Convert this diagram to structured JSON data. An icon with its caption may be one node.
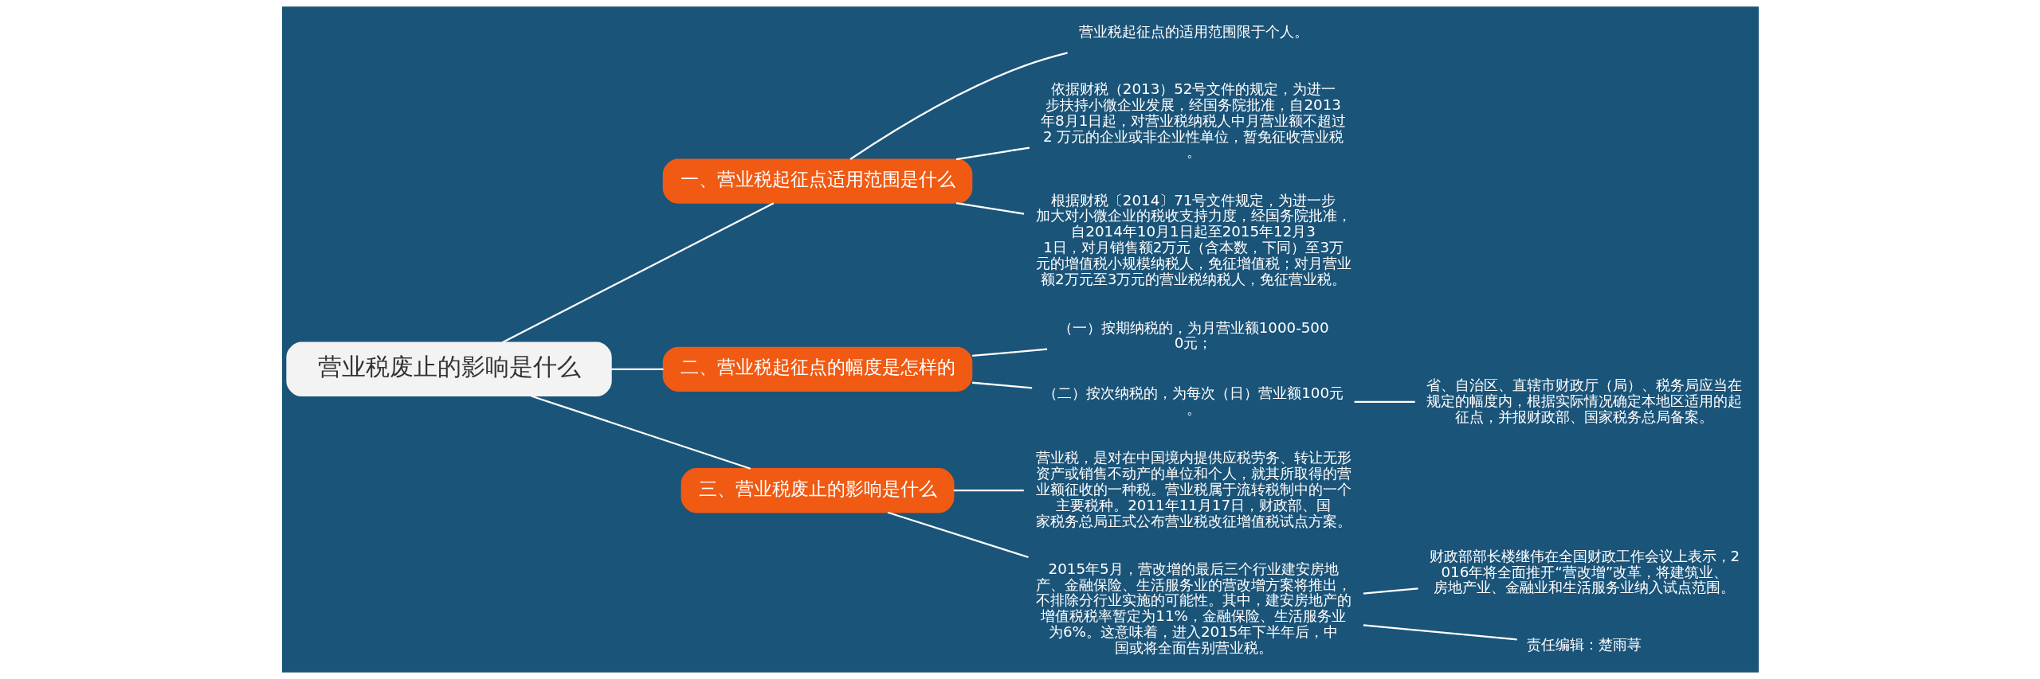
{
  "diagram": {
    "nodes": [
      {
        "text": [
          "营业税废止的影响是什么"
        ]
      },
      {
        "text": [
          "一、营业税起征点适用范围是什么"
        ]
      },
      {
        "text": [
          "营业税起征点的适用范围限于个人。"
        ]
      },
      {
        "text": [
          "依据财税（2013）52号文件的规定，为进一步扶持小微企业发展，经国务院批准，自2013年8月1日起，对营业税纳税人中月营业额不超过2 万元的企业或非企业性单位，暂免征收营业税。"
        ]
      },
      {
        "text": [
          "根据财税〔2014〕71号文件规定，为进一步加大对小微企业的税收支持力度，经国务院批准，自2014年10月1日起至2015年12月31日，对月销售额2万元（含本数，下同）至3万元的增值税小规模纳税人，免征增值税；对月营业额2万元至3万元的营业税纳税人，免征营业税。"
        ]
      },
      {
        "text": [
          "二、营业税起征点的幅度是怎样的"
        ]
      },
      {
        "text": [
          "（一）按期纳税的，为月营业额1000-5000元；"
        ]
      },
      {
        "text": [
          "（二）按次纳税的，为每次（日）营业额100元。"
        ]
      },
      {
        "text": [
          "省、自治区、直辖市财政厅（局）、税务局应当在规定的幅度内，根据实际情况确定本地区适用的起征点，并报财政部、国家税务总局备案。"
        ]
      },
      {
        "text": [
          "三、营业税废止的影响是什么"
        ]
      },
      {
        "text": [
          "营业税，是对在中国境内提供应税劳务、转让无形资产或销售不动产的单位和个人，就其所取得的营业额征收的一种税。营业税属于流转税制中的一个主要税种。2011年11月17日，财政部、国家税务总局正式公布营业税改征增值税试点方案。"
        ]
      },
      {
        "text": [
          "2015年5月，营改增的最后三个行业建安房地产、金融保险、生活服务业的营改增方案将推出，不排除分行业实施的可能性。其中，建安房地产的增值税税率暂定为11%，金融保险、生活服务业为6%。这意味着，进入2015年下半年后，中国或将全面告别营业税。"
        ]
      },
      {
        "text": [
          "财政部部长楼继伟在全国财政工作会议上表示，2016年将全面推开“营改增”改革，将建筑业、房地产业、金融业和生活服务业纳入试点范围。"
        ]
      },
      {
        "text": [
          "责任编辑：楚雨荨"
        ]
      }
    ],
    "edges": [
      {
        "from": 0,
        "to": 1,
        "arrow": "none"
      },
      {
        "from": 1,
        "to": 2,
        "arrow": "none"
      },
      {
        "from": 1,
        "to": 3,
        "arrow": "none"
      },
      {
        "from": 1,
        "to": 4,
        "arrow": "none"
      },
      {
        "from": 0,
        "to": 5,
        "arrow": "none"
      },
      {
        "from": 5,
        "to": 6,
        "arrow": "none"
      },
      {
        "from": 5,
        "to": 7,
        "arrow": "none"
      },
      {
        "from": 7,
        "to": 8,
        "arrow": "none"
      },
      {
        "from": 0,
        "to": 9,
        "arrow": "none"
      },
      {
        "from": 9,
        "to": 10,
        "arrow": "none"
      },
      {
        "from": 9,
        "to": 11,
        "arrow": "none"
      },
      {
        "from": 11,
        "to": 12,
        "arrow": "none"
      },
      {
        "from": 11,
        "to": 13,
        "arrow": "none"
      }
    ]
  }
}
